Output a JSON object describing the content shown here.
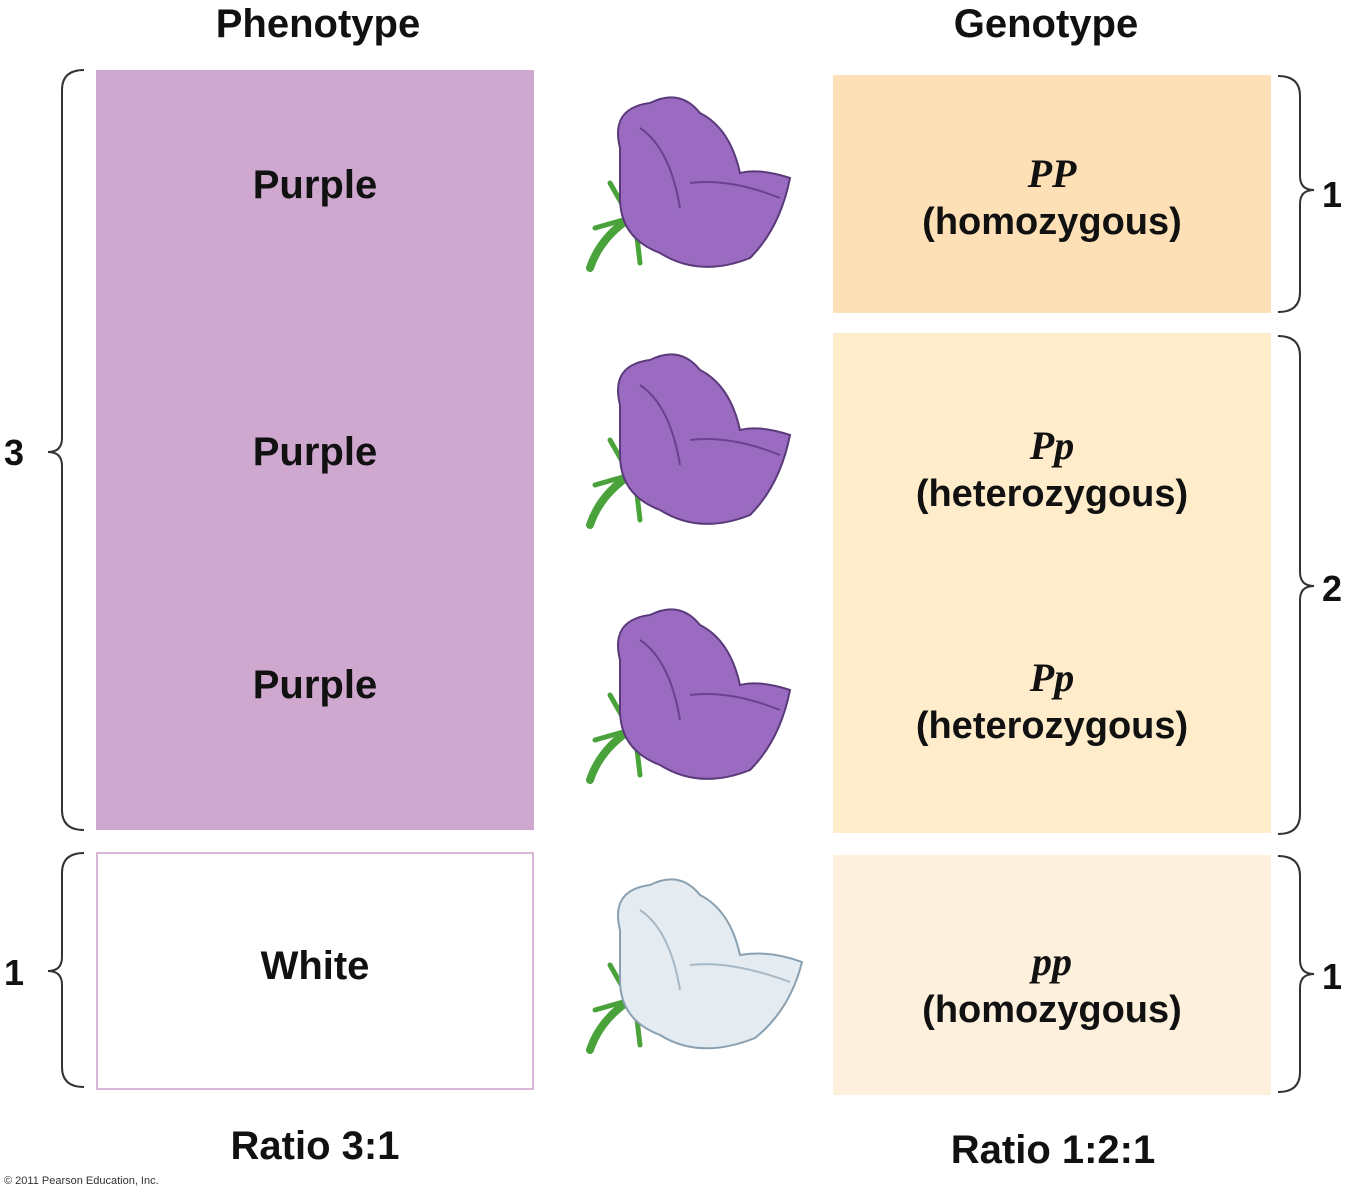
{
  "headers": {
    "phenotype": "Phenotype",
    "genotype": "Genotype"
  },
  "phenotype_boxes": {
    "purple": {
      "labels": [
        "Purple",
        "Purple",
        "Purple"
      ],
      "color": "#cfa8cf"
    },
    "white": {
      "label": "White",
      "color": "#ffffff",
      "border": "#d8b6d8"
    }
  },
  "genotype_rows": [
    {
      "allele": "PP",
      "zygosity": "(homozygous)",
      "color": "#fde0b5"
    },
    {
      "allele": "Pp",
      "zygosity": "(heterozygous)",
      "color": "#feecca"
    },
    {
      "allele": "Pp",
      "zygosity": "(heterozygous)",
      "color": "#feecca"
    },
    {
      "allele": "pp",
      "zygosity": "(homozygous)",
      "color": "#fdf0dc"
    }
  ],
  "flowers": [
    {
      "icon": "purple-flower-icon",
      "petal": "#9a6bc0"
    },
    {
      "icon": "purple-flower-icon",
      "petal": "#9a6bc0"
    },
    {
      "icon": "purple-flower-icon",
      "petal": "#9a6bc0"
    },
    {
      "icon": "white-flower-icon",
      "petal": "#e4ecf2"
    }
  ],
  "left_counts": {
    "purple": "3",
    "white": "1"
  },
  "right_counts": {
    "PP": "1",
    "Pp": "2",
    "pp": "1"
  },
  "ratios": {
    "phenotype": "Ratio 3:1",
    "genotype": "Ratio 1:2:1"
  },
  "copyright": "© 2011 Pearson Education, Inc."
}
